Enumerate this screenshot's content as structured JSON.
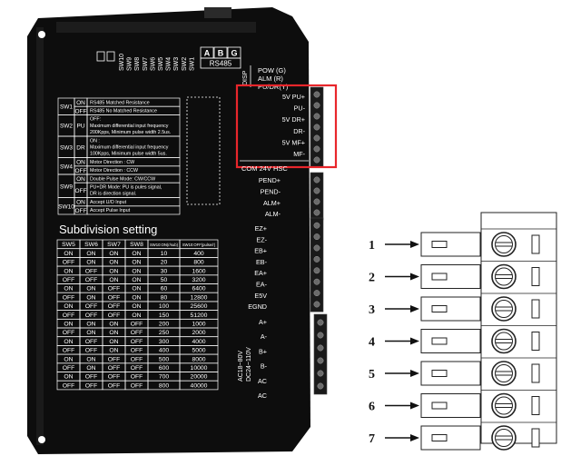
{
  "dip_switches": [
    "SW10",
    "SW9",
    "SW8",
    "SW7",
    "SW6",
    "SW5",
    "SW4",
    "SW3",
    "SW2",
    "SW1"
  ],
  "rs485": {
    "letters": [
      "A",
      "B",
      "G"
    ],
    "label": "RS485"
  },
  "disp": {
    "label": "DISP",
    "lines": [
      "POW (G)",
      "ALM (R)",
      "PU/DR(Y)"
    ]
  },
  "sw_table": [
    {
      "sw": "SW1",
      "mode": "ON",
      "lines": [
        "RS485 Matched Resistance"
      ]
    },
    {
      "sw": "",
      "mode": "OFF",
      "lines": [
        "RS485 No Matched Resistance"
      ]
    },
    {
      "sw": "SW2",
      "mode": "PU",
      "lines": [
        "OFF:",
        "Maximum differential input frequency",
        "200Kpps, Minimum pulse width 2.5us."
      ]
    },
    {
      "sw": "SW3",
      "mode": "DR",
      "lines": [
        "ON :",
        "Maximum differential input frequency",
        "100Kpps, Minimum pulse width 5us."
      ]
    },
    {
      "sw": "SW4",
      "mode": "ON",
      "lines": [
        "Motor Direction : CW"
      ]
    },
    {
      "sw": "",
      "mode": "OFF",
      "lines": [
        "Motor Direction : CCW"
      ]
    },
    {
      "sw": "SW9",
      "mode": "ON",
      "lines": [
        "Double Pulse Mode: CW/CCW"
      ]
    },
    {
      "sw": "",
      "mode": "OFF",
      "lines": [
        "PU+DR Mode: PU is pules signal,",
        "DR is direction signal."
      ]
    },
    {
      "sw": "SW10",
      "mode": "ON",
      "lines": [
        "Accept U/D Input"
      ]
    },
    {
      "sw": "",
      "mode": "OFF",
      "lines": [
        "Accept Pulse Input"
      ]
    }
  ],
  "subdivision": {
    "title": "Subdivision setting",
    "headers": [
      "SW5",
      "SW6",
      "SW7",
      "SW8",
      "SW10:ON(r/sub)",
      "SW10:OFF(pulse/r)"
    ],
    "rows": [
      [
        "ON",
        "ON",
        "ON",
        "ON",
        "10",
        "400"
      ],
      [
        "OFF",
        "ON",
        "ON",
        "ON",
        "20",
        "800"
      ],
      [
        "ON",
        "OFF",
        "ON",
        "ON",
        "30",
        "1600"
      ],
      [
        "OFF",
        "OFF",
        "ON",
        "ON",
        "50",
        "3200"
      ],
      [
        "ON",
        "ON",
        "OFF",
        "ON",
        "60",
        "6400"
      ],
      [
        "OFF",
        "ON",
        "OFF",
        "ON",
        "80",
        "12800"
      ],
      [
        "ON",
        "OFF",
        "OFF",
        "ON",
        "100",
        "25600"
      ],
      [
        "OFF",
        "OFF",
        "OFF",
        "ON",
        "150",
        "51200"
      ],
      [
        "ON",
        "ON",
        "ON",
        "OFF",
        "200",
        "1000"
      ],
      [
        "OFF",
        "ON",
        "ON",
        "OFF",
        "250",
        "2000"
      ],
      [
        "ON",
        "OFF",
        "ON",
        "OFF",
        "300",
        "4000"
      ],
      [
        "OFF",
        "OFF",
        "ON",
        "OFF",
        "400",
        "5000"
      ],
      [
        "ON",
        "ON",
        "OFF",
        "OFF",
        "500",
        "8000"
      ],
      [
        "OFF",
        "ON",
        "OFF",
        "OFF",
        "600",
        "10000"
      ],
      [
        "ON",
        "OFF",
        "OFF",
        "OFF",
        "700",
        "20000"
      ],
      [
        "OFF",
        "OFF",
        "OFF",
        "OFF",
        "800",
        "40000"
      ]
    ]
  },
  "terminals_group1": [
    "5V PU+",
    "PU-",
    "5V DR+",
    "DR-",
    "5V MF+",
    "MF-"
  ],
  "com_label": "COM 24V HSC",
  "terminals_group2": [
    "PEND+",
    "PEND-",
    "ALM+",
    "ALM-"
  ],
  "terminals_group3": [
    "EZ+",
    "EZ-",
    "EB+",
    "EB-",
    "EA+",
    "EA-",
    "E5V",
    "EGND"
  ],
  "terminals_group4": [
    "A+",
    "A-",
    "B+",
    "B-",
    "AC",
    "AC"
  ],
  "power_note": [
    "AC18~80V",
    "DC24~110V"
  ],
  "pin_numbers": [
    "1",
    "2",
    "3",
    "4",
    "5",
    "6",
    "7"
  ],
  "colors": {
    "highlight": "#e8262b",
    "body": "#0d0d0d",
    "panel_text": "#ffffff"
  }
}
